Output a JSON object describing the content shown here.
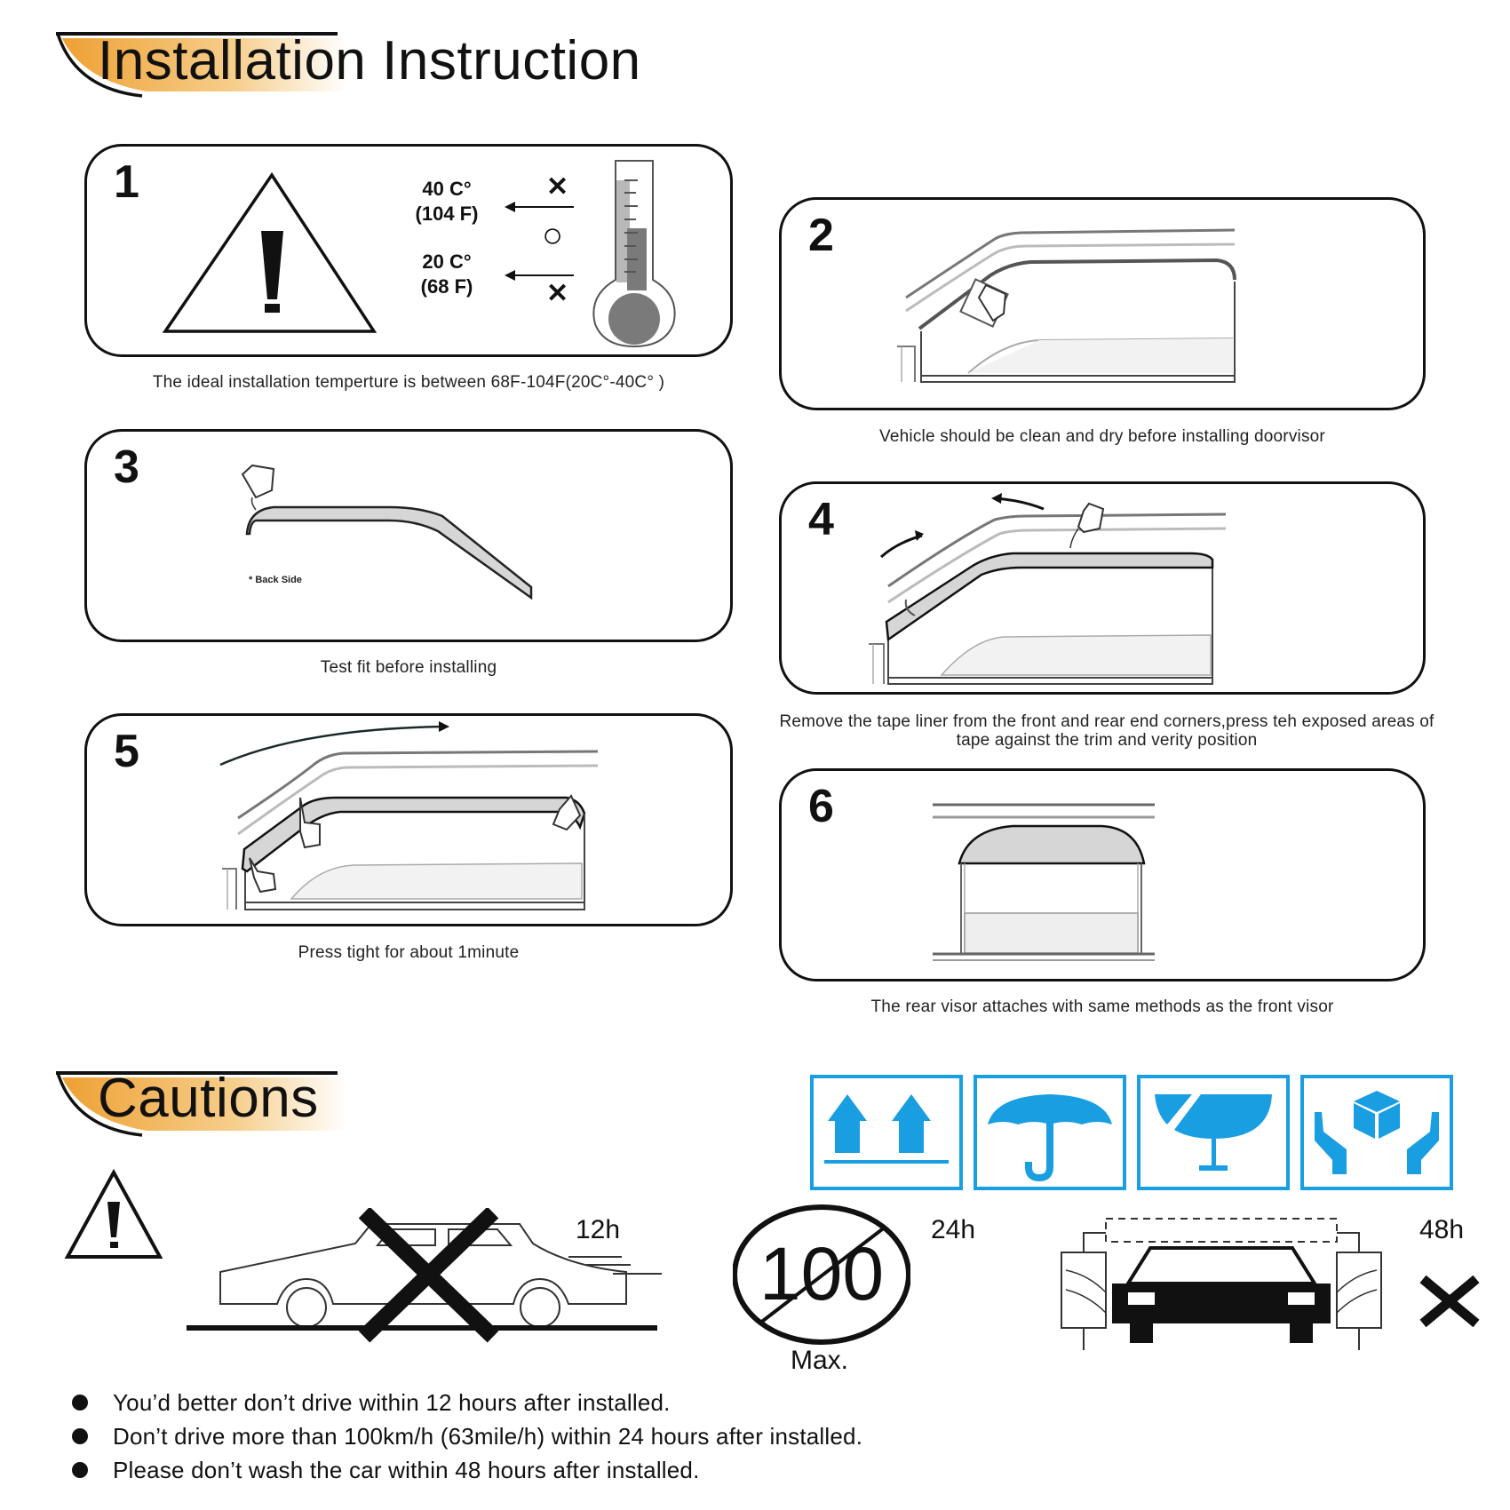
{
  "header": {
    "title": "Installation Instruction",
    "accent_color": "#f0a73a"
  },
  "steps": [
    {
      "number": "1",
      "caption": "The ideal installation temperture is between 68F-104F(20C°-40C° )",
      "labels": {
        "upper_c": "40 C°",
        "upper_f": "(104 F)",
        "lower_c": "20 C°",
        "lower_f": "(68  F)",
        "mark_top": "✕",
        "mark_mid": "○",
        "mark_bottom": "✕"
      }
    },
    {
      "number": "2",
      "caption": "Vehicle should be clean and dry before installing doorvisor"
    },
    {
      "number": "3",
      "caption": "Test fit before installing",
      "note": "* Back Side"
    },
    {
      "number": "4",
      "caption": "Remove the tape liner from the front and rear end corners,press teh exposed areas of tape against the trim and verity position"
    },
    {
      "number": "5",
      "caption": "Press tight for about 1minute"
    },
    {
      "number": "6",
      "caption": "The rear visor attaches with same methods as the front visor"
    }
  ],
  "cautions": {
    "title": "Cautions",
    "package_icons": [
      {
        "name": "this-way-up",
        "color": "#1a9ee2"
      },
      {
        "name": "keep-dry-umbrella",
        "color": "#1a9ee2"
      },
      {
        "name": "fragile-glass",
        "color": "#1a9ee2"
      },
      {
        "name": "handle-with-care",
        "color": "#1a9ee2"
      }
    ],
    "illustrations": {
      "no_drive_hours": "12h",
      "speed_limit_hours": "24h",
      "speed_value": "100",
      "speed_label": "Max.",
      "no_wash_hours": "48h"
    },
    "bullets": [
      "You’d better don’t drive within 12 hours after installed.",
      "Don’t drive more than 100km/h (63mile/h) within 24 hours after installed.",
      "Please don’t wash the car within 48 hours after installed."
    ]
  }
}
